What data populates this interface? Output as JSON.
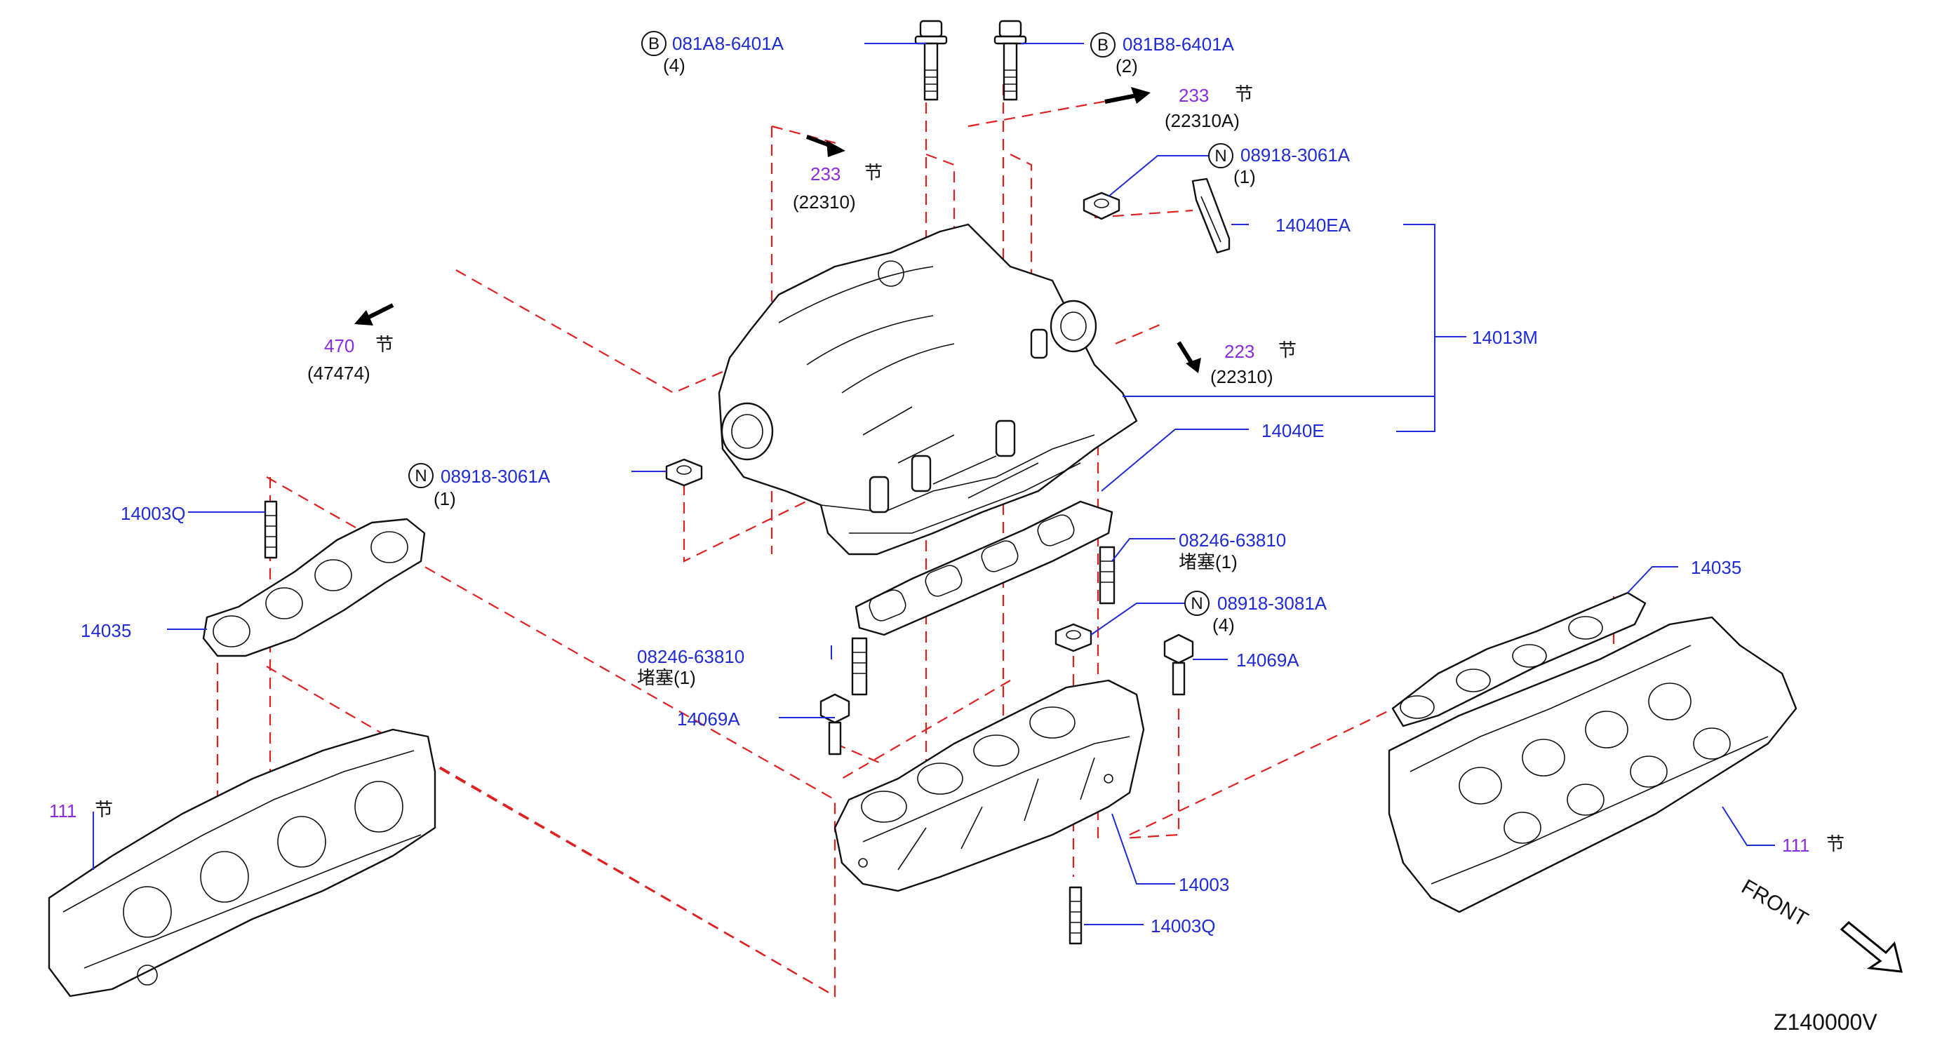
{
  "diagram_code": "Z140000V",
  "front_label": "FRONT",
  "callouts": [
    {
      "id": "c1",
      "prefix": "B",
      "part": "081A8-6401A",
      "qty": "(4)"
    },
    {
      "id": "c2",
      "prefix": "B",
      "part": "081B8-6401A",
      "qty": "(2)"
    },
    {
      "id": "c3",
      "prefix": "N",
      "part": "08918-3061A",
      "qty": "(1)"
    },
    {
      "id": "c4",
      "prefix": "N",
      "part": "08918-3061A",
      "qty": "(1)"
    },
    {
      "id": "c5",
      "prefix": "N",
      "part": "08918-3081A",
      "qty": "(4)"
    }
  ],
  "labels": {
    "l14040EA": "14040EA",
    "l14013M": "14013M",
    "l14040E": "14040E",
    "l14003Q_top": "14003Q",
    "l14003Q_bottom": "14003Q",
    "l14035_left": "14035",
    "l14035_right": "14035",
    "l14069A_left": "14069A",
    "l14069A_right": "14069A",
    "l14003": "14003",
    "plug_right_part": "08246-63810",
    "plug_right_desc": "堵塞(1)",
    "plug_left_part": "08246-63810",
    "plug_left_desc": "堵塞(1)"
  },
  "section_refs": [
    {
      "id": "s1",
      "num": "233",
      "mark": "节",
      "code": "(22310A)"
    },
    {
      "id": "s2",
      "num": "233",
      "mark": "节",
      "code": "(22310)"
    },
    {
      "id": "s3",
      "num": "470",
      "mark": "节",
      "code": "(47474)"
    },
    {
      "id": "s4",
      "num": "223",
      "mark": "节",
      "code": "(22310)"
    },
    {
      "id": "s5",
      "num": "111",
      "mark": "节",
      "code": ""
    },
    {
      "id": "s6",
      "num": "111",
      "mark": "节",
      "code": ""
    }
  ],
  "colors": {
    "label": "#1f2bd6",
    "section": "#8a2be2",
    "dash": "#e02020"
  }
}
